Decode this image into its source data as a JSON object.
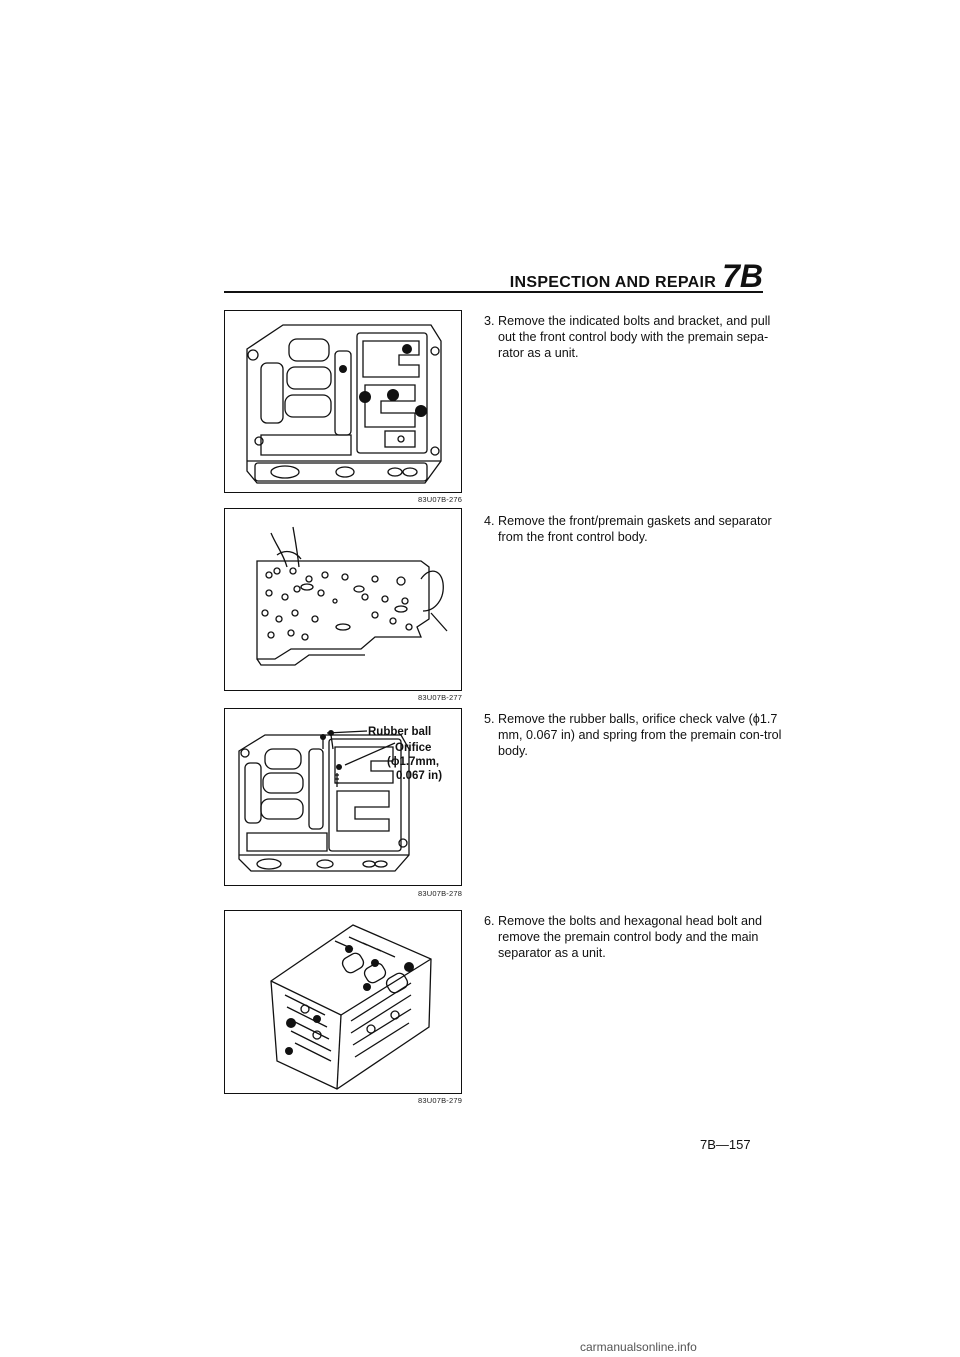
{
  "header": {
    "title": "INSPECTION AND REPAIR",
    "chapter": "7B"
  },
  "figures": [
    {
      "code": "83U07B-276"
    },
    {
      "code": "83U07B-277"
    },
    {
      "code": "83U07B-278",
      "callouts": {
        "rubber_ball": "Rubber ball",
        "orifice_1": "Orifice",
        "orifice_2": "(ϕ1.7mm,",
        "orifice_3": "0.067 in)"
      }
    },
    {
      "code": "83U07B-279"
    }
  ],
  "steps": [
    {
      "num": "3.",
      "text": "Remove the indicated bolts and bracket, and pull out the front control body with the premain sepa-rator as a unit."
    },
    {
      "num": "4.",
      "text": "Remove the front/premain gaskets and separator from the front control body."
    },
    {
      "num": "5.",
      "text": "Remove the rubber balls, orifice check valve (ϕ1.7 mm, 0.067 in) and spring from the premain con-trol body."
    },
    {
      "num": "6.",
      "text": "Remove the bolts and hexagonal head bolt and remove the premain control body and the main separator as a unit."
    }
  ],
  "page_number": "7B—157",
  "footer": "carmanualsonline.info"
}
